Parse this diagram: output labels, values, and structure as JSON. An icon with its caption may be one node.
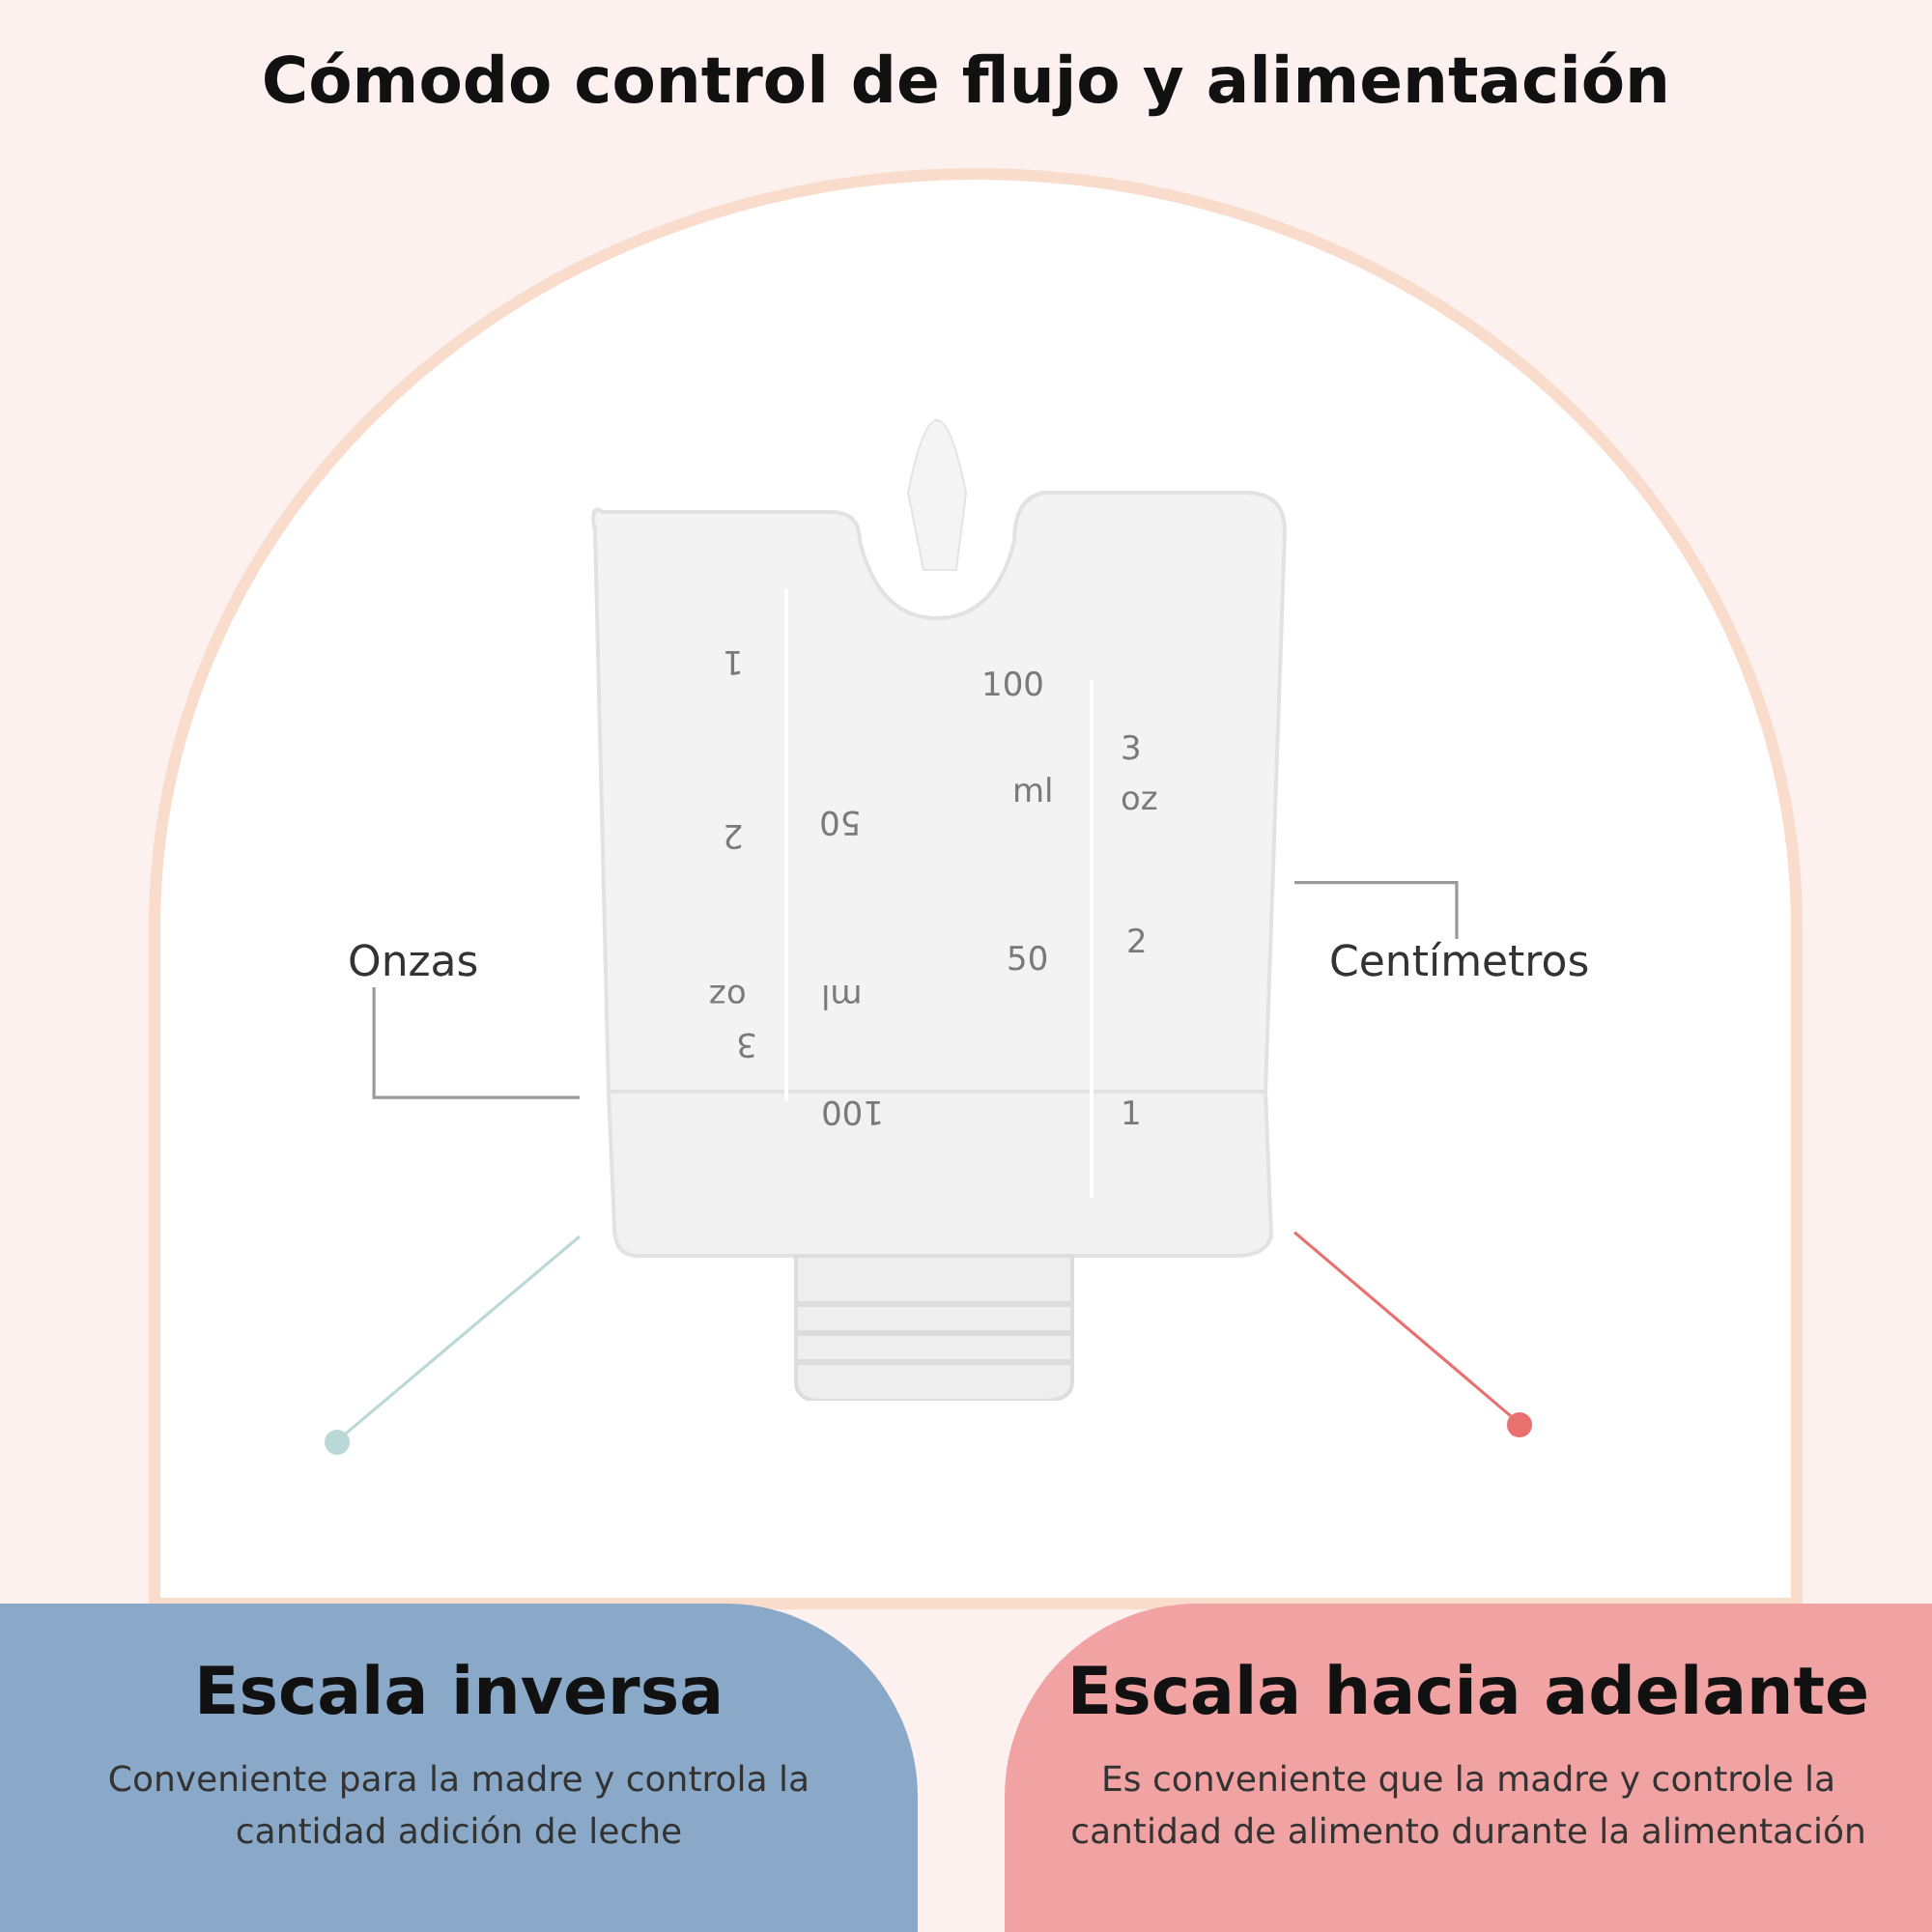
{
  "diagram": {
    "title": "Cómodo control de flujo y alimentación",
    "nodes": [
      {
        "text": [
          "Onzas"
        ]
      },
      {
        "text": [
          "Centímetros"
        ]
      },
      {
        "text": [],
        "shape": "picture"
      },
      {
        "text": [],
        "shape": "circle"
      },
      {
        "text": [],
        "shape": "circle"
      },
      {
        "text": [
          "Escala inversa",
          "Conveniente para la madre y controla la cantidad adición de leche"
        ]
      },
      {
        "text": [
          "Escala hacia adelante",
          "Es conveniente que la madre y controle la cantidad de alimento durante la alimentación"
        ]
      }
    ],
    "edges": [
      {
        "from": 0,
        "to": 2,
        "arrow": "none",
        "color": "#9a9a9a"
      },
      {
        "from": 1,
        "to": 2,
        "arrow": "none",
        "color": "#9a9a9a"
      },
      {
        "from": 3,
        "to": 2,
        "arrow": "none",
        "color": "#b9d8d6"
      },
      {
        "from": 4,
        "to": 2,
        "arrow": "none",
        "color": "#e8706f"
      }
    ],
    "labels": [
      "1",
      "100",
      "3",
      "ml",
      "oz",
      "2",
      "50",
      "2",
      "50",
      "oz",
      "ml",
      "3",
      "100",
      "1"
    ]
  }
}
